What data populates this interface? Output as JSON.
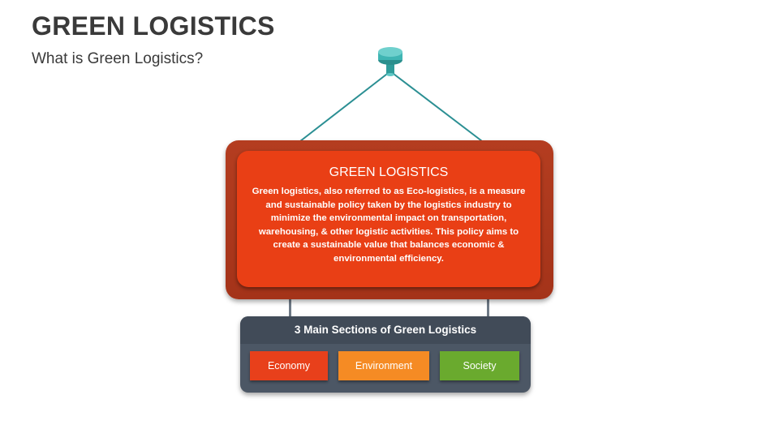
{
  "header": {
    "title": "GREEN LOGISTICS",
    "subtitle": "What is Green Logistics?"
  },
  "sign": {
    "heading": "GREEN LOGISTICS",
    "body": "Green logistics, also referred to as Eco-logistics, is a measure and sustainable policy taken by the logistics industry to minimize the environmental impact on transportation, warehousing, & other logistic activities. This policy aims to create a sustainable value that balances economic & environmental efficiency."
  },
  "sections": {
    "header": "3 Main Sections of Green Logistics",
    "items": [
      {
        "label": "Economy",
        "color": "#e8401b"
      },
      {
        "label": "Environment",
        "color": "#f58b24"
      },
      {
        "label": "Society",
        "color": "#6aaa2e"
      }
    ]
  },
  "colors": {
    "pin": "#3fb5b3",
    "string": "#2b8f93",
    "sign_frame": "#b03a1e",
    "sign_face": "#e93f15",
    "panel": "#4c5765"
  },
  "icons": {
    "pin": "push-pin-icon"
  }
}
